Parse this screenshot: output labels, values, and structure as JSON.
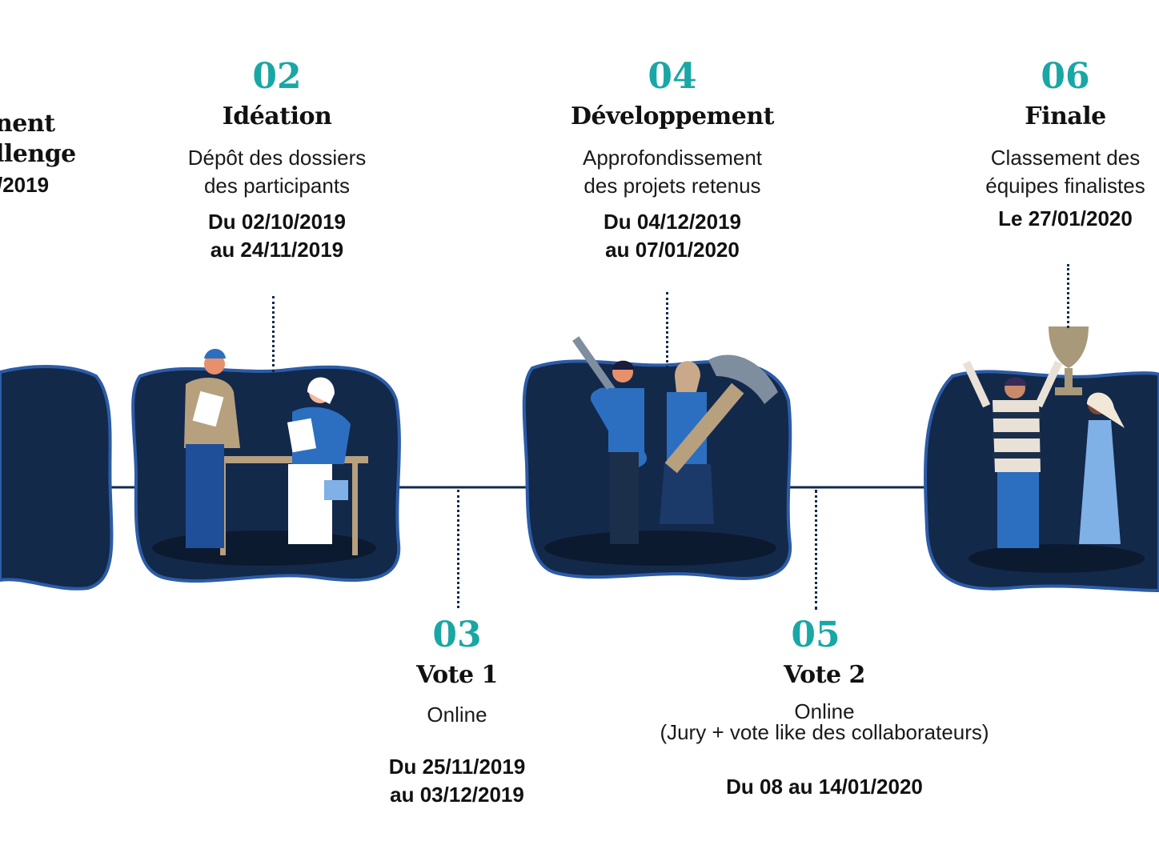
{
  "colors": {
    "accent": "#19a7a5",
    "navy": "#13294a",
    "blue": "#2c5ca8"
  },
  "step01": {
    "title_line1": "nent",
    "title_line2": "llenge",
    "date": "/2019"
  },
  "steps": [
    {
      "num": "02",
      "title": "Idéation",
      "desc1": "Dépôt des dossiers",
      "desc2": "des participants",
      "date1": "Du 02/10/2019",
      "date2": "au 24/11/2019"
    },
    {
      "num": "03",
      "title": "Vote 1",
      "desc1": "Online",
      "date1": "Du 25/11/2019",
      "date2": "au 03/12/2019"
    },
    {
      "num": "04",
      "title": "Développement",
      "desc1": "Approfondissement",
      "desc2": "des projets retenus",
      "date1": "Du 04/12/2019",
      "date2": "au 07/01/2020"
    },
    {
      "num": "05",
      "title": "Vote 2",
      "desc1": "Online",
      "desc2": "(Jury + vote like des collaborateurs)",
      "date1": "Du 08 au 14/01/2020"
    },
    {
      "num": "06",
      "title": "Finale",
      "desc1": "Classement des",
      "desc2": "équipes finalistes",
      "date1": "Le 27/01/2020"
    }
  ]
}
